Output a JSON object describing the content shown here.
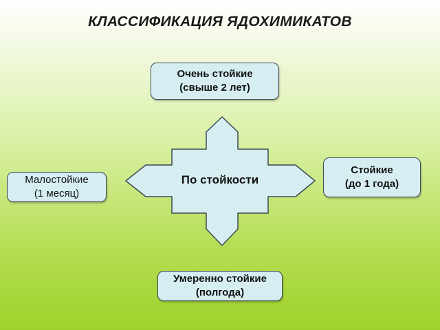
{
  "title": "КЛАССИФИКАЦИЯ ЯДОХИМИКАТОВ",
  "center": "По стойкости",
  "top": {
    "line1": "Очень стойкие",
    "line2": "(свыше 2 лет)"
  },
  "right": {
    "line1": "Стойкие",
    "line2": "(до 1 года)"
  },
  "bottom": {
    "line1": "Умеренно стойкие",
    "line2": "(полгода)"
  },
  "left": {
    "line1": "Малостойкие",
    "line2": "(1 месяц)"
  },
  "colors": {
    "box_fill": "#d6eef1",
    "arrow_fill": "#d6eef1",
    "border": "#3c4a55"
  }
}
